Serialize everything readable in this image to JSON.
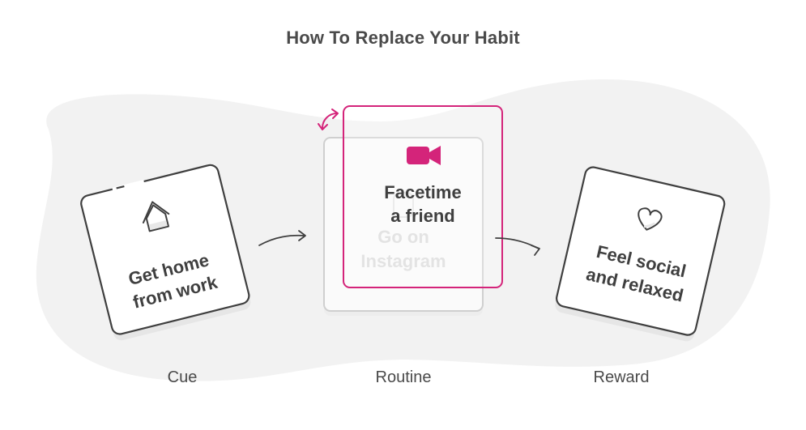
{
  "title": "How To Replace Your Habit",
  "cue": {
    "card_lines": [
      "Get home",
      "from work"
    ],
    "caption": "Cue",
    "icon": "house-icon"
  },
  "routine": {
    "old_lines": [
      "Go on",
      "Instagram"
    ],
    "new_lines": [
      "Facetime",
      "a friend"
    ],
    "caption": "Routine",
    "old_icon": "phone-icon",
    "new_icon": "video-camera-icon",
    "swap_icon": "swap-arrows-icon"
  },
  "reward": {
    "card_lines": [
      "Feel social",
      "and relaxed"
    ],
    "caption": "Reward",
    "icon": "heart-icon"
  },
  "colors": {
    "accent": "#d4247a",
    "ink": "#3f3f3f",
    "faded": "#d9d9d9",
    "blob": "#f2f2f2"
  }
}
